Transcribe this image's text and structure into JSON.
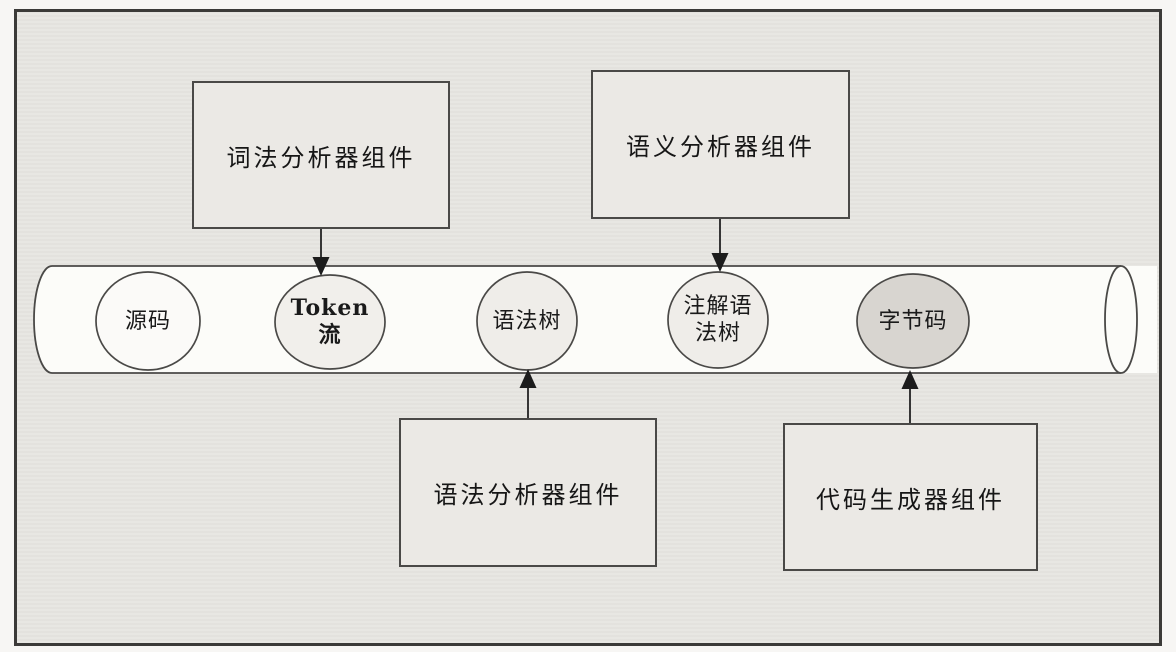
{
  "diagram": {
    "components": [
      {
        "id": "lexer",
        "label": "词法分析器组件",
        "position": "top",
        "feeds_stage": "token-stream"
      },
      {
        "id": "semantic",
        "label": "语义分析器组件",
        "position": "top",
        "feeds_stage": "annotated-syntax-tree"
      },
      {
        "id": "parser",
        "label": "语法分析器组件",
        "position": "bottom",
        "feeds_stage": "syntax-tree"
      },
      {
        "id": "code-generator",
        "label": "代码生成器组件",
        "position": "bottom",
        "feeds_stage": "bytecode"
      }
    ],
    "stages": [
      {
        "id": "source-code",
        "label": "源码",
        "fill": "#fbfaf8"
      },
      {
        "id": "token-stream",
        "label": "Token\n流",
        "fill": "#f1efeb"
      },
      {
        "id": "syntax-tree",
        "label": "语法树",
        "fill": "#efede9"
      },
      {
        "id": "annotated-syntax-tree",
        "label": "注解语\n法树",
        "fill": "#efede9"
      },
      {
        "id": "bytecode",
        "label": "字节码",
        "fill": "#d8d5d0"
      }
    ],
    "colors": {
      "pipe_fill": "#fcfcf9",
      "canvas_bg": "#e7e6e2",
      "frame_border": "#3b3a38",
      "shape_stroke": "#4a4947"
    }
  }
}
